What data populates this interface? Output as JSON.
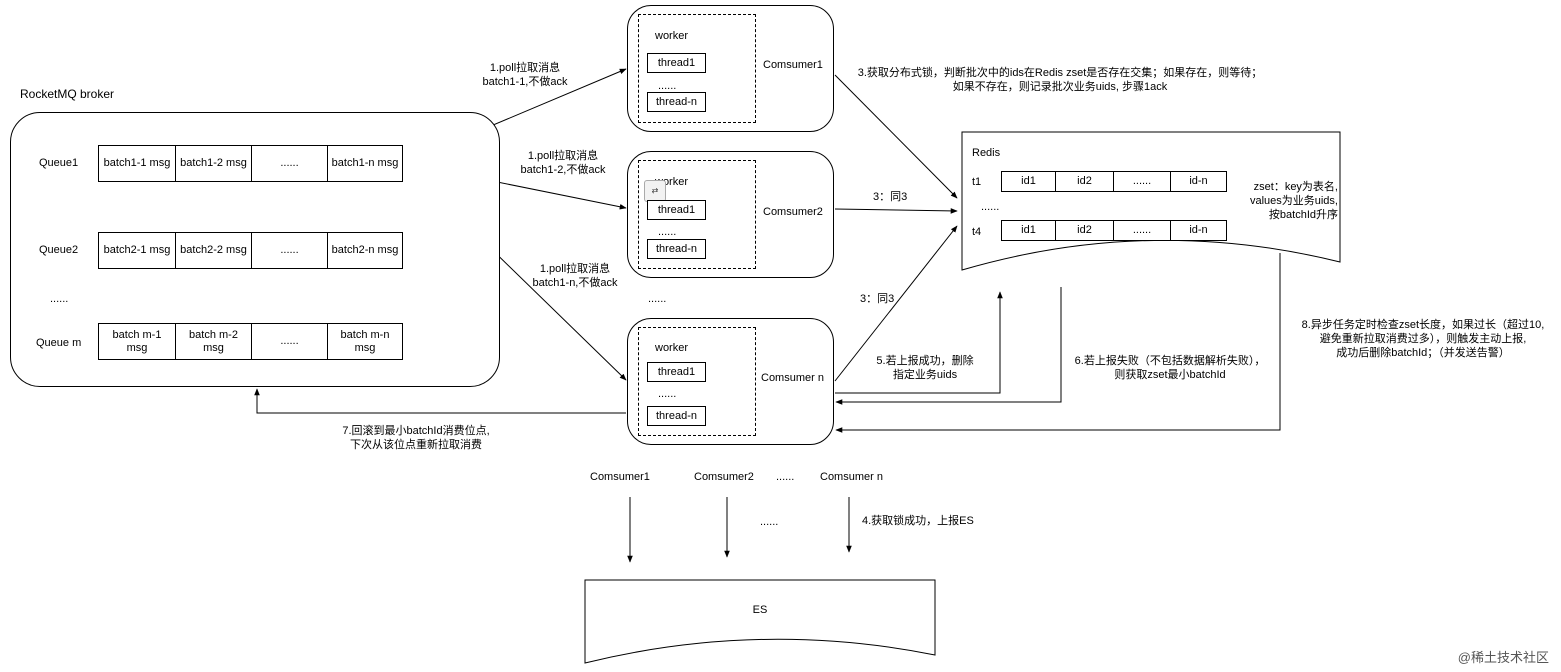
{
  "broker": {
    "title": "RocketMQ broker",
    "queues": [
      {
        "name": "Queue1",
        "cells": [
          "batch1-1 msg",
          "batch1-2 msg",
          "......",
          "batch1-n msg"
        ]
      },
      {
        "name": "Queue2",
        "cells": [
          "batch2-1 msg",
          "batch2-2 msg",
          "......",
          "batch2-n msg"
        ]
      },
      {
        "name": "Queue m",
        "cells": [
          "batch m-1 msg",
          "batch m-2 msg",
          "......",
          "batch m-n msg"
        ]
      }
    ],
    "ellipsis": "......"
  },
  "consumers": [
    {
      "name": "Comsumer1",
      "worker": "worker",
      "thread1": "thread1",
      "dots": "......",
      "threadn": "thread-n"
    },
    {
      "name": "Comsumer2",
      "worker": "worker",
      "thread1": "thread1",
      "dots": "......",
      "threadn": "thread-n"
    },
    {
      "name": "Comsumer n",
      "worker": "worker",
      "thread1": "thread1",
      "dots": "......",
      "threadn": "thread-n"
    }
  ],
  "consumers_ellipsis": "......",
  "redis": {
    "title": "Redis",
    "rows": [
      {
        "key": "t1",
        "cells": [
          "id1",
          "id2",
          "......",
          "id-n"
        ]
      },
      {
        "key": "t4",
        "cells": [
          "id1",
          "id2",
          "......",
          "id-n"
        ]
      }
    ],
    "mid_dots": "......",
    "note": [
      "zset：key为表名,",
      "values为业务uids,",
      "按batchId升序"
    ]
  },
  "steps": {
    "poll1": [
      "1.poll拉取消息",
      "batch1-1,不做ack"
    ],
    "poll2": [
      "1.poll拉取消息",
      "batch1-2,不做ack"
    ],
    "poll3": [
      "1.poll拉取消息",
      "batch1-n,不做ack"
    ],
    "lock": [
      "3.获取分布式锁，判断批次中的ids在Redis zset是否存在交集；如果存在，则等待；",
      "如果不存在，则记录批次业务uids, 步骤1ack"
    ],
    "same1": "3：同3",
    "same2": "3：同3",
    "success": [
      "5.若上报成功，删除",
      "指定业务uids"
    ],
    "fail": [
      "6.若上报失败（不包括数据解析失败），",
      "则获取zset最小batchId"
    ],
    "rollback": [
      "7.回滚到最小batchId消费位点,",
      "下次从该位点重新拉取消费"
    ],
    "async": [
      "8.异步任务定时检查zset长度，如果过长（超过10,",
      "避免重新拉取消费过多），则触发主动上报,",
      "成功后删除batchId；（并发送告警）"
    ],
    "report": "4.获取锁成功，上报ES"
  },
  "bottom": {
    "consumers": [
      "Comsumer1",
      "Comsumer2",
      "......",
      "Comsumer n"
    ],
    "dots": "......"
  },
  "es": {
    "label": "ES"
  },
  "watermark": "@稀土技术社区"
}
